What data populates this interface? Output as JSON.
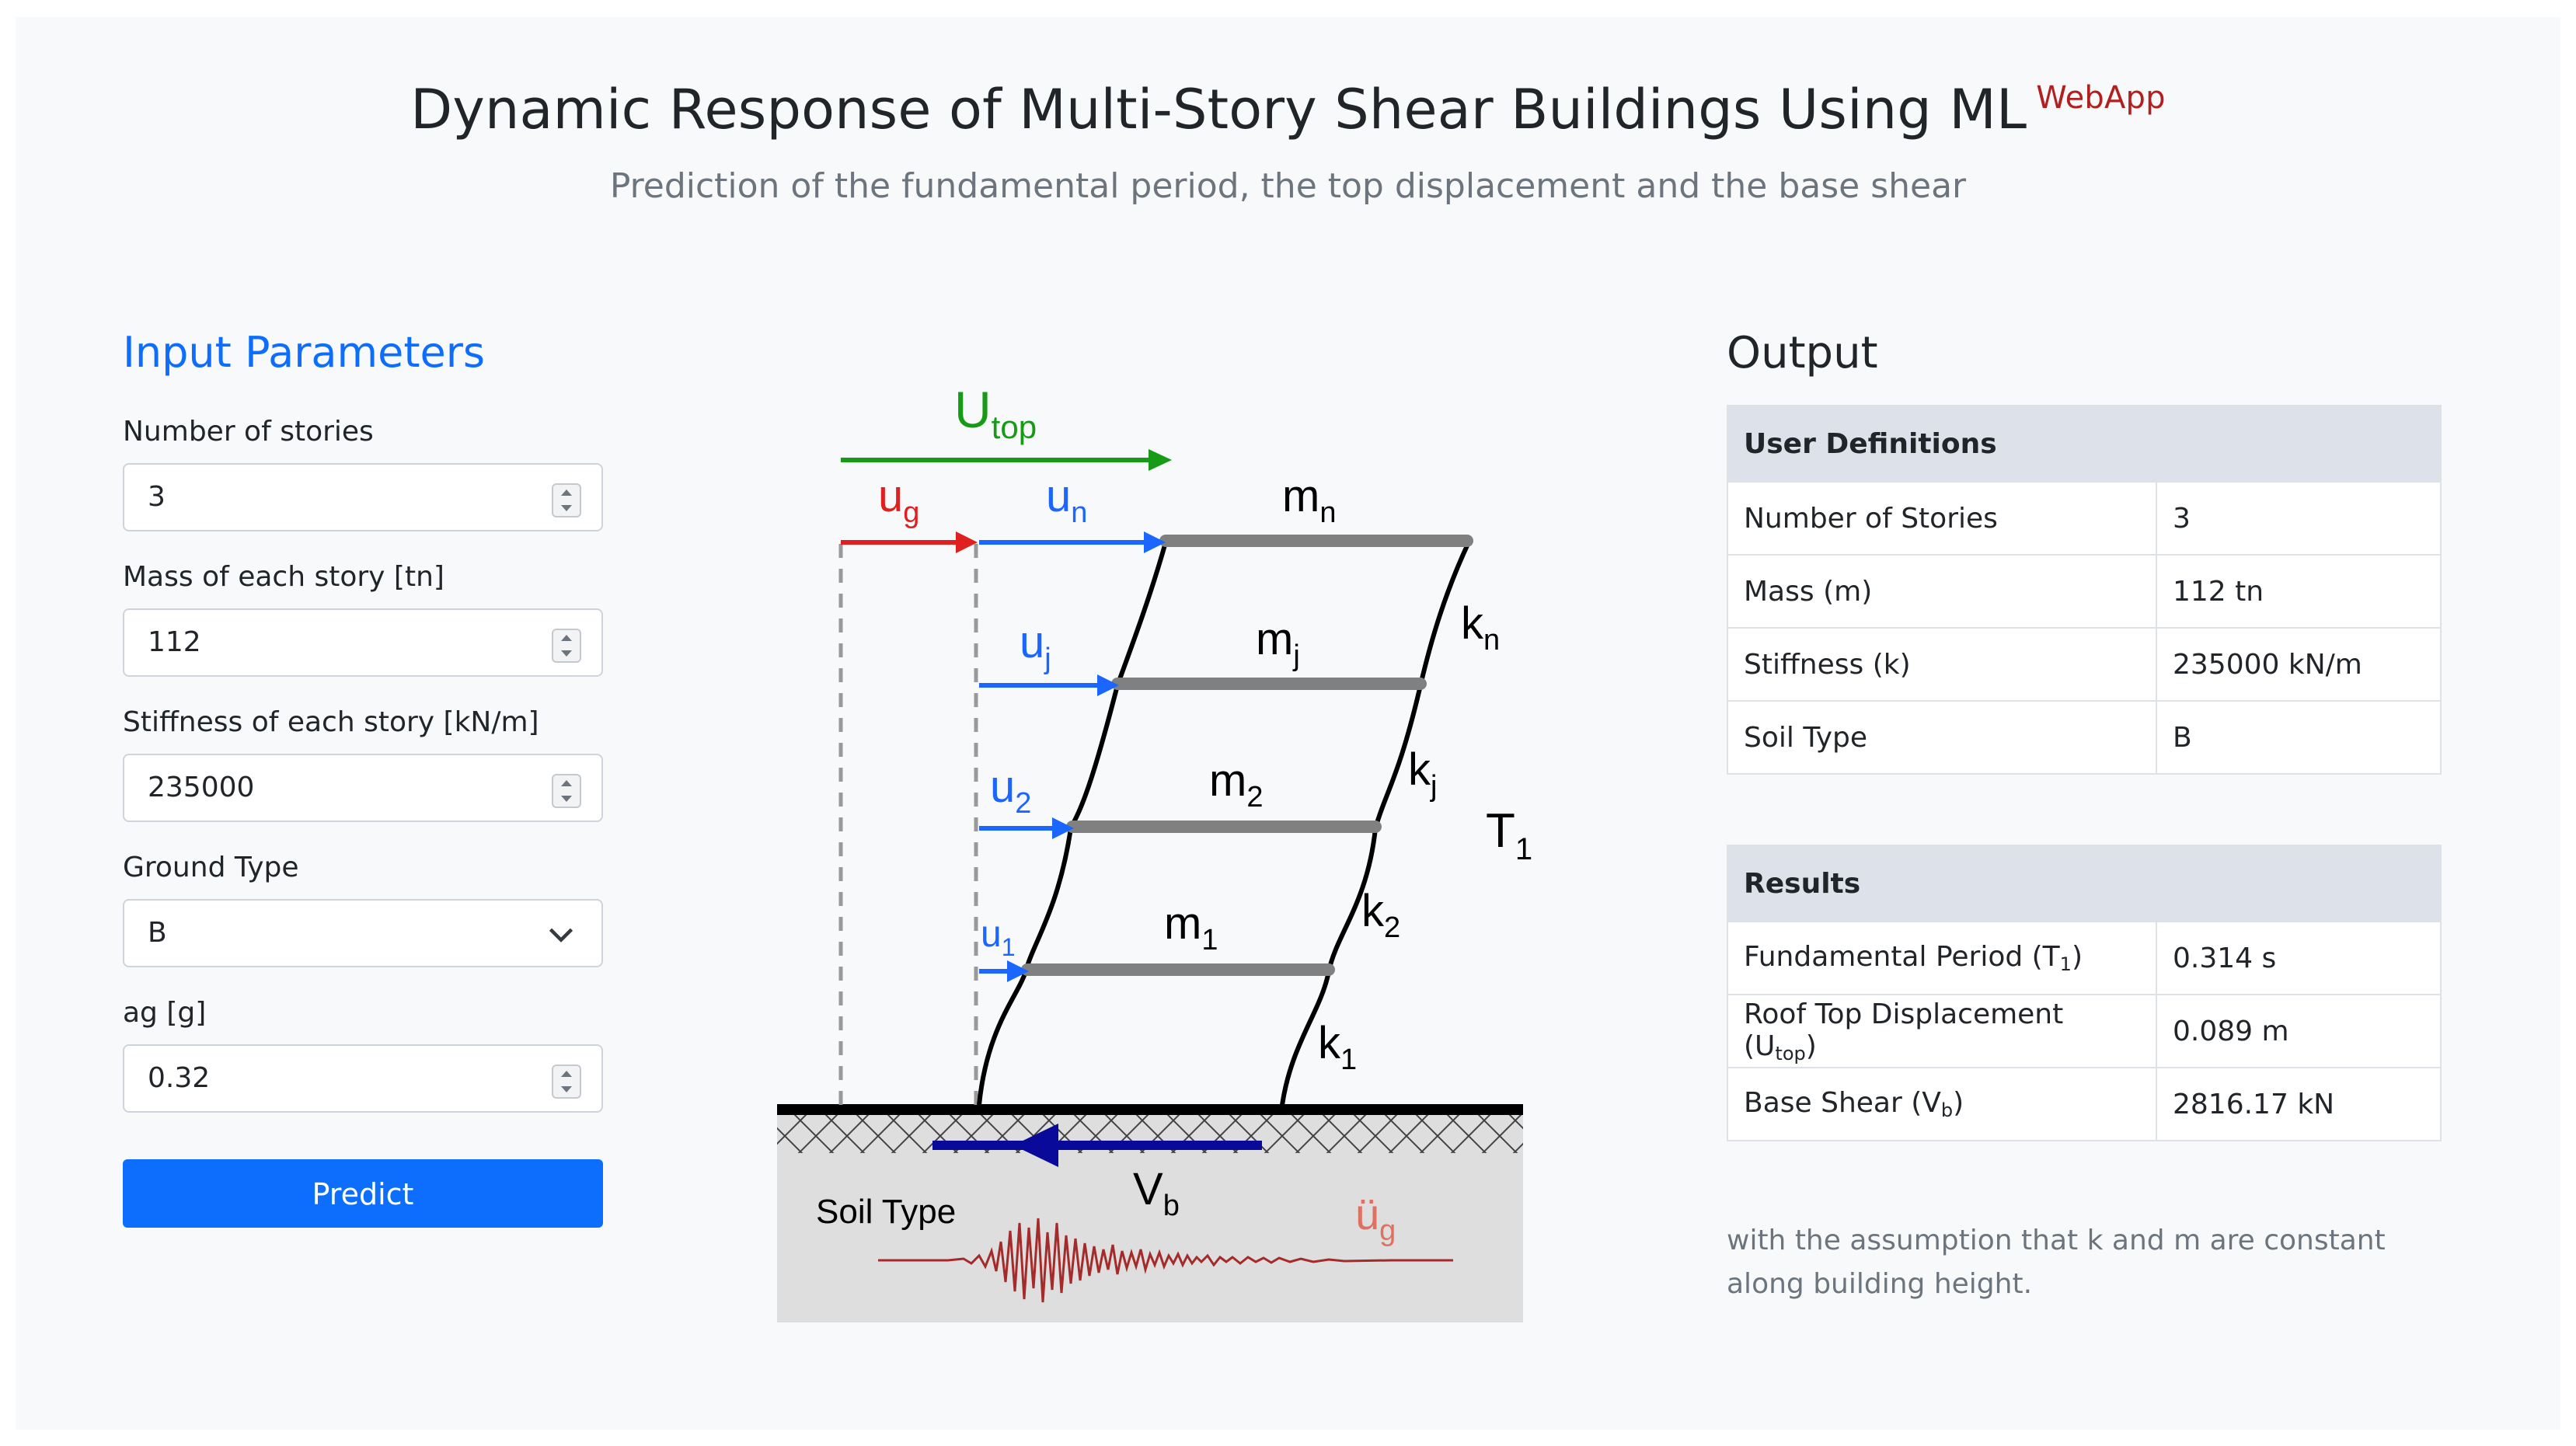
{
  "header": {
    "title": "Dynamic Response of Multi-Story Shear Buildings Using ML",
    "title_badge": "WebApp",
    "subtitle": "Prediction of the fundamental period, the top displacement and the base shear"
  },
  "inputs": {
    "panel_title": "Input Parameters",
    "stories": {
      "label": "Number of stories",
      "value": "3"
    },
    "mass": {
      "label": "Mass of each story [tn]",
      "value": "112"
    },
    "stiffness": {
      "label": "Stiffness of each story [kN/m]",
      "value": "235000"
    },
    "ground": {
      "label": "Ground Type",
      "value": "B"
    },
    "ag": {
      "label": "ag [g]",
      "value": "0.32"
    },
    "predict_label": "Predict"
  },
  "diagram": {
    "labels": {
      "utop": "U",
      "utop_sub": "top",
      "ug": "u",
      "ug_sub": "g",
      "un": "u",
      "un_sub": "n",
      "uj": "u",
      "uj_sub": "j",
      "u2": "u",
      "u2_sub": "2",
      "u1": "u",
      "u1_sub": "1",
      "mn": "m",
      "mn_sub": "n",
      "mj": "m",
      "mj_sub": "j",
      "m2": "m",
      "m2_sub": "2",
      "m1": "m",
      "m1_sub": "1",
      "kn": "k",
      "kn_sub": "n",
      "kj": "k",
      "kj_sub": "j",
      "k2": "k",
      "k2_sub": "2",
      "k1": "k",
      "k1_sub": "1",
      "t1": "T",
      "t1_sub": "1",
      "vb": "V",
      "vb_sub": "b",
      "soil": "Soil Type",
      "ugdd": "ü",
      "ugdd_sub": "g"
    },
    "colors": {
      "green": "#179b17",
      "red": "#e02020",
      "blue": "#1a66ff",
      "navy": "#0a0a9a",
      "beam": "#808080",
      "quake": "#a52a2a"
    }
  },
  "output": {
    "title": "Output",
    "user_def_header": "User Definitions",
    "user_def": [
      {
        "key": "Number of Stories",
        "value": "3"
      },
      {
        "key": "Mass (m)",
        "value": "112 tn"
      },
      {
        "key": "Stiffness (k)",
        "value": "235000 kN/m"
      },
      {
        "key": "Soil Type",
        "value": "B"
      }
    ],
    "results_header": "Results",
    "results": [
      {
        "key": "Fundamental Period (T",
        "key_sub": "1",
        "key_end": ")",
        "value": "0.314 s"
      },
      {
        "key": "Roof Top Displacement (U",
        "key_sub": "top",
        "key_end": ")",
        "value": "0.089 m"
      },
      {
        "key": "Base Shear (V",
        "key_sub": "b",
        "key_end": ")",
        "value": "2816.17 kN"
      }
    ],
    "note": "with the assumption that k and m are constant along building height."
  }
}
